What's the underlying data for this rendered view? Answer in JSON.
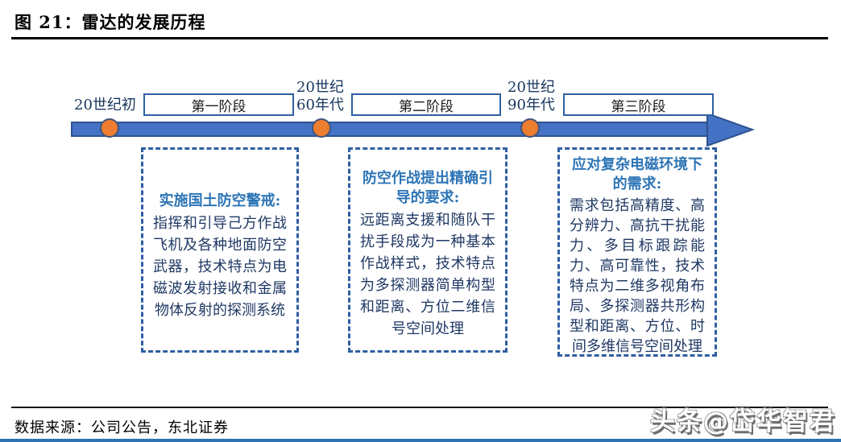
{
  "header": {
    "title": "图 21：雷达的发展历程"
  },
  "timeline": {
    "milestones": [
      {
        "line1": "20世纪初",
        "line2": ""
      },
      {
        "line1": "20世纪",
        "line2": "60年代"
      },
      {
        "line1": "20世纪",
        "line2": "90年代"
      }
    ],
    "stages": [
      {
        "label": "第一阶段"
      },
      {
        "label": "第二阶段"
      },
      {
        "label": "第三阶段"
      }
    ]
  },
  "details": [
    {
      "heading": "实施国土防空警戒:",
      "body": "指挥和引导己方作战飞机及各种地面防空武器，技术特点为电磁波发射接收和金属物体反射的探测系统"
    },
    {
      "heading": "防空作战提出精确引导的要求:",
      "body": "远距离支援和随队干扰手段成为一种基本作战样式，技术特点为多探测器简单构型和距离、方位二维信号空间处理"
    },
    {
      "heading": "应对复杂电磁环境下的需求:",
      "body": "需求包括高精度、高分辨力、高抗干扰能力、多目标跟踪能力、高可靠性，技术特点为二维多视角布局、多探测器共形构型和距离、方位、时间多维信号空间处理"
    }
  ],
  "footer": {
    "source": "数据来源：公司公告，东北证券",
    "watermark": "头条@岱华智君"
  },
  "colors": {
    "timeline_bar": "#4472C4",
    "timeline_border": "#2F528F",
    "milestone_dot": "#ED7D31",
    "box_border": "#2E5FA3",
    "heading_blue": "#2E75B6",
    "body_navy": "#1F3864",
    "bottom_rule_blue": "#2E74B5"
  }
}
